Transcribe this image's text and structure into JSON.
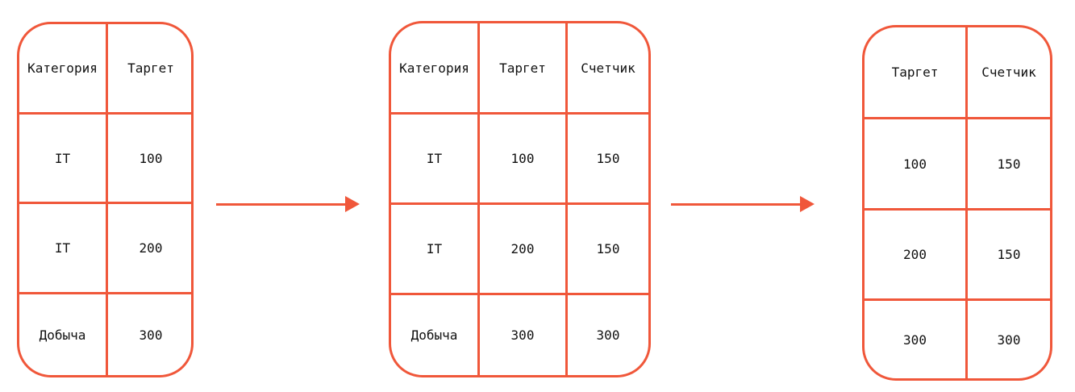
{
  "colors": {
    "accent": "#f0573a",
    "text": "#111111",
    "background": "#ffffff"
  },
  "tables": [
    {
      "headers": [
        "Категория",
        "Таргет"
      ],
      "rows": [
        [
          "IT",
          "100"
        ],
        [
          "IT",
          "200"
        ],
        [
          "Добыча",
          "300"
        ]
      ]
    },
    {
      "headers": [
        "Категория",
        "Таргет",
        "Счетчик"
      ],
      "rows": [
        [
          "IT",
          "100",
          "150"
        ],
        [
          "IT",
          "200",
          "150"
        ],
        [
          "Добыча",
          "300",
          "300"
        ]
      ]
    },
    {
      "headers": [
        "Таргет",
        "Счетчик"
      ],
      "rows": [
        [
          "100",
          "150"
        ],
        [
          "200",
          "150"
        ],
        [
          "300",
          "300"
        ]
      ]
    }
  ]
}
